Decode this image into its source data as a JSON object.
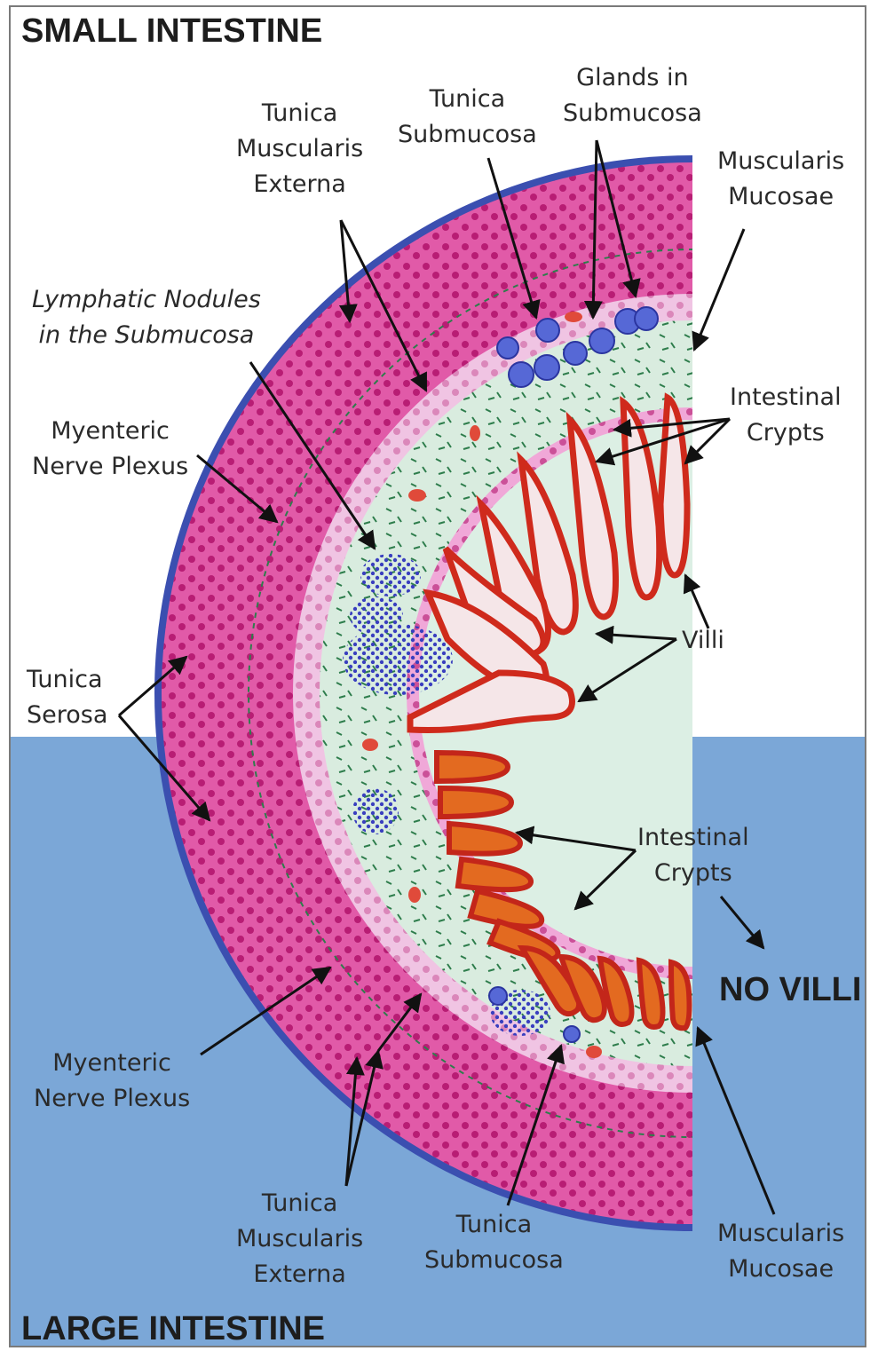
{
  "colors": {
    "large_bg": "#7ba7d7",
    "serosa": "#3b4fb0",
    "muscularis": "#d9449c",
    "muscle_nuclei": "#b3166e",
    "submucosa": "#d9ecdf",
    "fibers": "#2e7d4c",
    "nodules": "#3a3fbf",
    "crypts": "#cf2a1c",
    "arrow": "#111111"
  },
  "titles": {
    "small": "SMALL INTESTINE",
    "large": "LARGE INTESTINE",
    "no_villi": "NO VILLI"
  },
  "labels": {
    "tme_top": [
      "Tunica",
      "Muscularis",
      "Externa"
    ],
    "ts_top": [
      "Tunica",
      "Submucosa"
    ],
    "glands": [
      "Glands in",
      "Submucosa"
    ],
    "mm_top": [
      "Muscularis",
      "Mucosae"
    ],
    "lymphatic": [
      "Lymphatic Nodules",
      "in the Submucosa"
    ],
    "myenteric_top": [
      "Myenteric",
      "Nerve Plexus"
    ],
    "crypts_top": [
      "Intestinal",
      "Crypts"
    ],
    "villi": "Villi",
    "serosa": [
      "Tunica",
      "Serosa"
    ],
    "crypts_bottom": [
      "Intestinal",
      "Crypts"
    ],
    "myenteric_bottom": [
      "Myenteric",
      "Nerve Plexus"
    ],
    "tme_bottom": [
      "Tunica",
      "Muscularis",
      "Externa"
    ],
    "ts_bottom": [
      "Tunica",
      "Submucosa"
    ],
    "mm_bottom": [
      "Muscularis",
      "Mucosae"
    ]
  }
}
